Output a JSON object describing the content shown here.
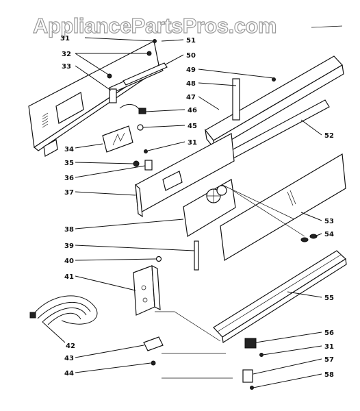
{
  "watermark": "AppliancePartsPros.com",
  "callouts": {
    "c30": "31",
    "c32": "32",
    "c33": "33",
    "c34": "34",
    "c35": "35",
    "c36": "36",
    "c37": "37",
    "c38": "38",
    "c39": "39",
    "c40": "40",
    "c41": "41",
    "c42": "42",
    "c43": "43",
    "c44": "44",
    "c51": "51",
    "c50": "50",
    "c49": "49",
    "c48": "48",
    "c47": "47",
    "c46": "46",
    "c45": "45",
    "c31a": "31",
    "c52": "52",
    "c53": "53",
    "c54": "54",
    "c55": "55",
    "c56": "56",
    "c31b": "31",
    "c57": "57",
    "c58": "58"
  }
}
